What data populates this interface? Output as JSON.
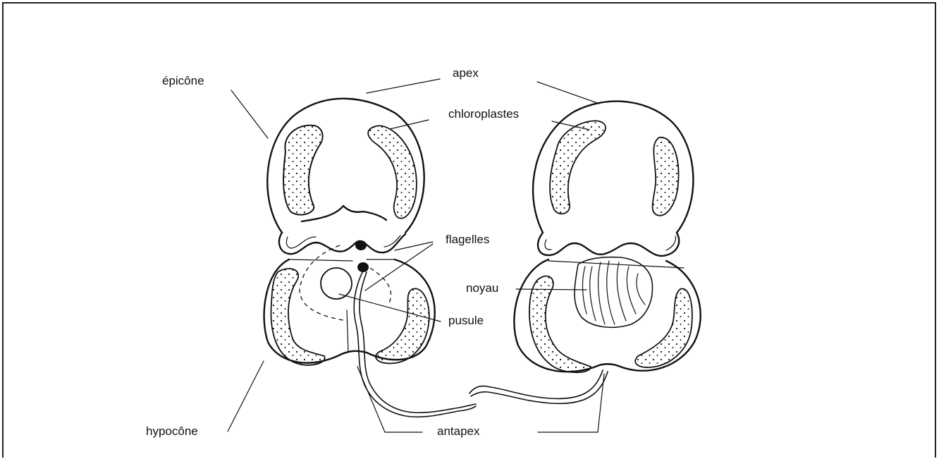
{
  "labels": {
    "epicone": "épicône",
    "apex": "apex",
    "chloroplastes": "chloroplastes",
    "flagelles": "flagelles",
    "noyau": "noyau",
    "pusule": "pusule",
    "hypocone": "hypocône",
    "antapex": "antapex"
  }
}
